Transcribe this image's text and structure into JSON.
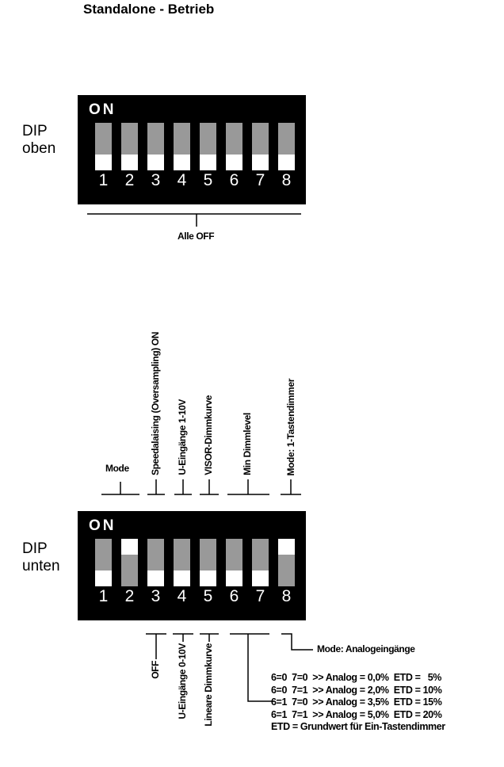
{
  "title": "Standalone - Betrieb",
  "dip_top": {
    "label_line1": "DIP",
    "label_line2": "oben",
    "on_label": "ON",
    "switches": [
      {
        "number": "1",
        "state": "off"
      },
      {
        "number": "2",
        "state": "off"
      },
      {
        "number": "3",
        "state": "off"
      },
      {
        "number": "4",
        "state": "off"
      },
      {
        "number": "5",
        "state": "off"
      },
      {
        "number": "6",
        "state": "off"
      },
      {
        "number": "7",
        "state": "off"
      },
      {
        "number": "8",
        "state": "off"
      }
    ],
    "caption": "Alle OFF"
  },
  "dip_bottom": {
    "label_line1": "DIP",
    "label_line2": "unten",
    "on_label": "ON",
    "switches": [
      {
        "number": "1",
        "state": "off"
      },
      {
        "number": "2",
        "state": "on"
      },
      {
        "number": "3",
        "state": "off"
      },
      {
        "number": "4",
        "state": "off"
      },
      {
        "number": "5",
        "state": "off"
      },
      {
        "number": "6",
        "state": "off"
      },
      {
        "number": "7",
        "state": "off"
      },
      {
        "number": "8",
        "state": "on"
      }
    ]
  },
  "on_labels": {
    "mode": "Mode",
    "s3": "Speedalaising (Oversampling) ON",
    "s4": "U-Eingänge 1-10V",
    "s5": "VISOR-Dimmkurve",
    "s67": "Min Dimmlevel",
    "s8": "Mode: 1-Tastendimmer"
  },
  "off_labels": {
    "s3": "OFF",
    "s4": "U-Eingänge 0-10V",
    "s5": "Lineare Dimmkurve",
    "s8": "Mode: Analogeingänge"
  },
  "min_table": [
    "6=0  7=0  >> Analog = 0,0%  ETD =   5%",
    "6=0  7=1  >> Analog = 2,0%  ETD = 10%",
    "6=1  7=0  >> Analog = 3,5%  ETD = 15%",
    "6=1  7=1  >> Analog = 5,0%  ETD = 20%",
    "ETD = Grundwert für Ein-Tastendimmer"
  ]
}
